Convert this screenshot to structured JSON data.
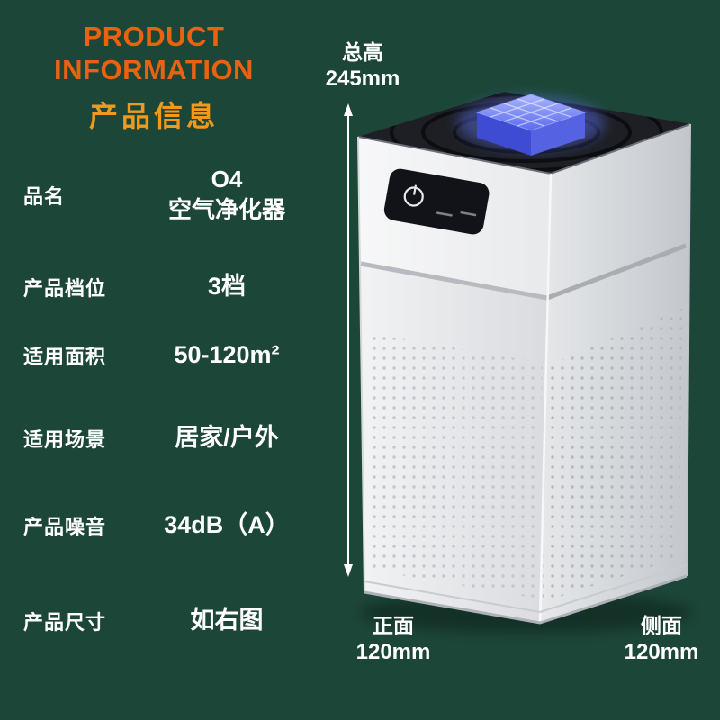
{
  "colors": {
    "background": "#1c4637",
    "title_orange": "#e8620f",
    "subtitle_orange": "#f09a1c",
    "text_white": "#ffffff",
    "led_glow_blue": "#5a6cf0"
  },
  "header": {
    "title_line1": "PRODUCT",
    "title_line2": "INFORMATION",
    "subtitle": "产品信息"
  },
  "specs": [
    {
      "label": "品名",
      "value": "O4",
      "value2": "空气净化器"
    },
    {
      "label": "产品档位",
      "value": "3档"
    },
    {
      "label": "适用面积",
      "value": "50-120m²"
    },
    {
      "label": "适用场景",
      "value": "居家/户外"
    },
    {
      "label": "产品噪音",
      "value": "34dB（A）"
    },
    {
      "label": "产品尺寸",
      "value": "如右图"
    }
  ],
  "dimensions": {
    "height": {
      "label": "总高",
      "value": "245mm"
    },
    "front": {
      "label": "正面",
      "value": "120mm"
    },
    "side": {
      "label": "侧面",
      "value": "120mm"
    }
  }
}
